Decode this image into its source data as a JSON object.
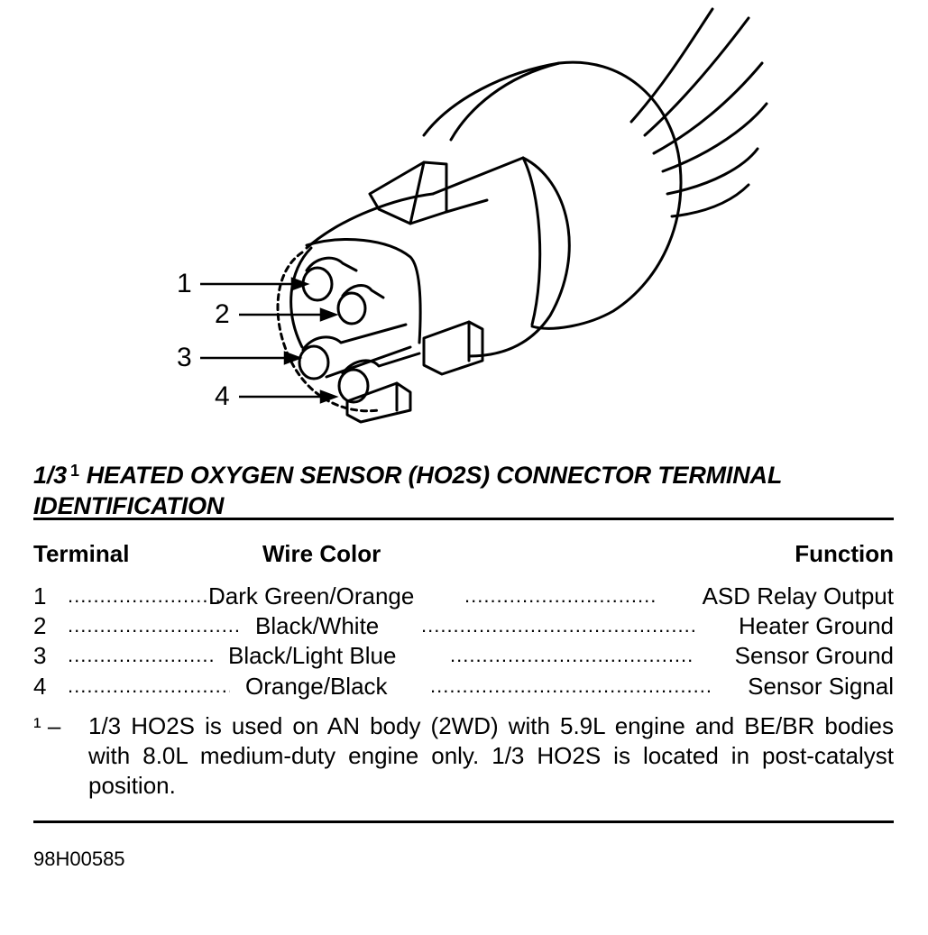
{
  "figure": {
    "callouts": [
      "1",
      "2",
      "3",
      "4"
    ],
    "title_prefix": "1/3",
    "title_footnote_mark": "1",
    "title_text": "HEATED OXYGEN SENSOR (HO2S) CONNECTOR TERMINAL IDENTIFICATION",
    "figure_id": "98H00585"
  },
  "table": {
    "headers": {
      "terminal": "Terminal",
      "wire_color": "Wire Color",
      "function": "Function"
    },
    "rows": [
      {
        "terminal": "1",
        "wire_color": "Dark Green/Orange",
        "function": "ASD Relay Output"
      },
      {
        "terminal": "2",
        "wire_color": "Black/White",
        "function": "Heater Ground"
      },
      {
        "terminal": "3",
        "wire_color": "Black/Light Blue",
        "function": "Sensor Ground"
      },
      {
        "terminal": "4",
        "wire_color": "Orange/Black",
        "function": "Sensor Signal"
      }
    ]
  },
  "footnote": {
    "mark": "¹  –",
    "text": "1/3 HO2S is used on AN body (2WD) with 5.9L engine and BE/BR bodies with 8.0L medium-duty engine only. 1/3 HO2S is located in post-catalyst position."
  }
}
